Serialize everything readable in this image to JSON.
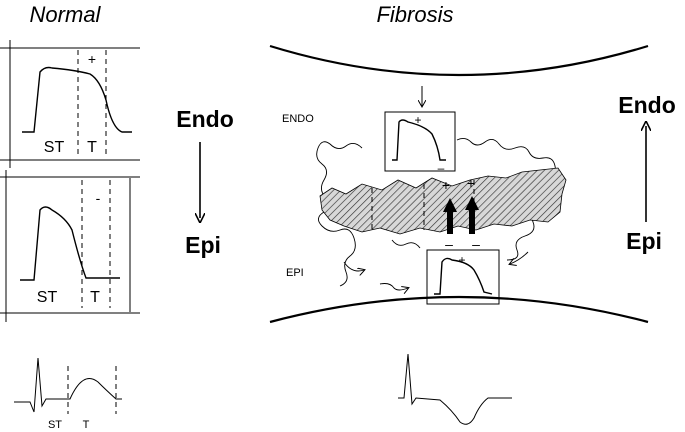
{
  "titles": {
    "normal": "Normal",
    "fibrosis": "Fibrosis"
  },
  "normal_panel": {
    "top_box": {
      "sign": "+",
      "st_label": "ST",
      "t_label": "T"
    },
    "bottom_box": {
      "sign": "-",
      "st_label": "ST",
      "t_label": "T"
    },
    "ecg": {
      "st_label": "ST",
      "t_label": "T"
    },
    "gradient": {
      "from": "Endo",
      "to": "Epi",
      "direction": "down"
    }
  },
  "fibrosis_panel": {
    "endo_label": "ENDO",
    "epi_label": "EPI",
    "endo_box_sign_plus": "+",
    "endo_box_sign_minus": "–",
    "epi_box_sign_plus": "+",
    "fibrosis_signs": {
      "top": [
        "+",
        "+"
      ],
      "bottom": [
        "–",
        "–"
      ]
    },
    "gradient": {
      "from": "Epi",
      "to": "Endo",
      "direction": "up"
    }
  },
  "icons": {
    "down_arrow": "arrow-down-icon",
    "up_arrow": "arrow-up-icon",
    "hatched_region": "fibrotic-tissue-hatch"
  }
}
